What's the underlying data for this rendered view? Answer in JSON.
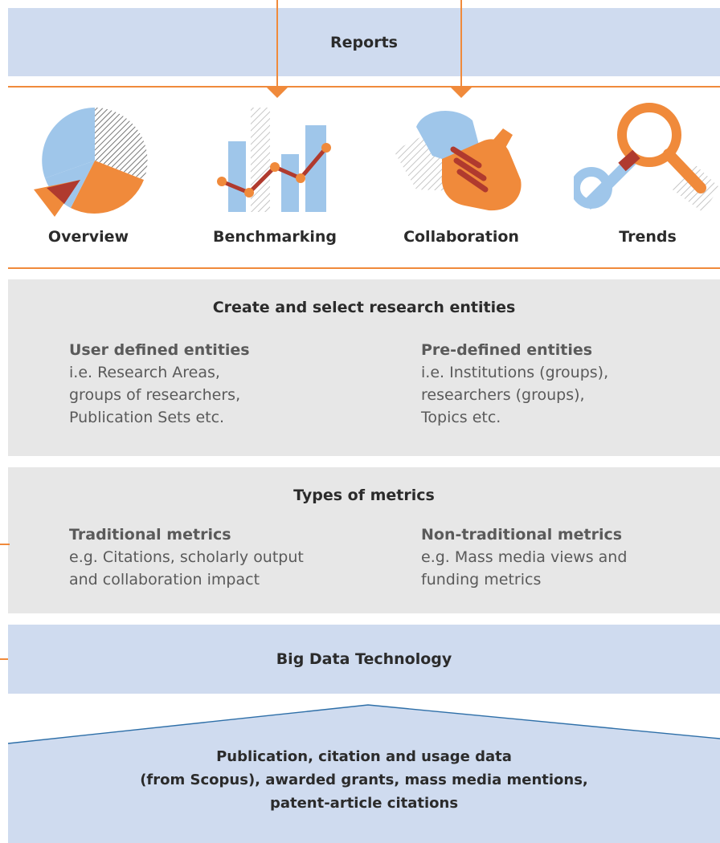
{
  "reports": {
    "title": "Reports"
  },
  "modules": [
    {
      "label": "Overview",
      "icon": "pie-chart-icon"
    },
    {
      "label": "Benchmarking",
      "icon": "bar-line-chart-icon"
    },
    {
      "label": "Collaboration",
      "icon": "handshake-icon"
    },
    {
      "label": "Trends",
      "icon": "magnifier-icon"
    }
  ],
  "entities": {
    "title": "Create and select research entities",
    "user_defined": {
      "heading": "User defined entities",
      "lines": [
        "i.e. Research Areas,",
        "groups of researchers,",
        "Publication Sets etc."
      ]
    },
    "pre_defined": {
      "heading": "Pre-defined entities",
      "lines": [
        "i.e. Institutions (groups),",
        "researchers (groups),",
        "Topics etc."
      ]
    }
  },
  "metrics": {
    "title": "Types of metrics",
    "traditional": {
      "heading": "Traditional metrics",
      "lines": [
        "e.g. Citations, scholarly output",
        "and collaboration impact"
      ]
    },
    "non_traditional": {
      "heading": "Non-traditional metrics",
      "lines": [
        "e.g. Mass media views and",
        "funding metrics"
      ]
    }
  },
  "big_data": {
    "title": "Big Data Technology"
  },
  "data_sources": {
    "lines": [
      "Publication, citation and usage data",
      "(from Scopus), awarded grants, mass media mentions,",
      "patent-article citations"
    ]
  },
  "colors": {
    "accent_orange": "#f08a3b",
    "blue_band": "#cfdbef",
    "gray_panel": "#e7e7e7",
    "icon_blue": "#9fc6ea",
    "icon_red": "#b03a2e"
  }
}
